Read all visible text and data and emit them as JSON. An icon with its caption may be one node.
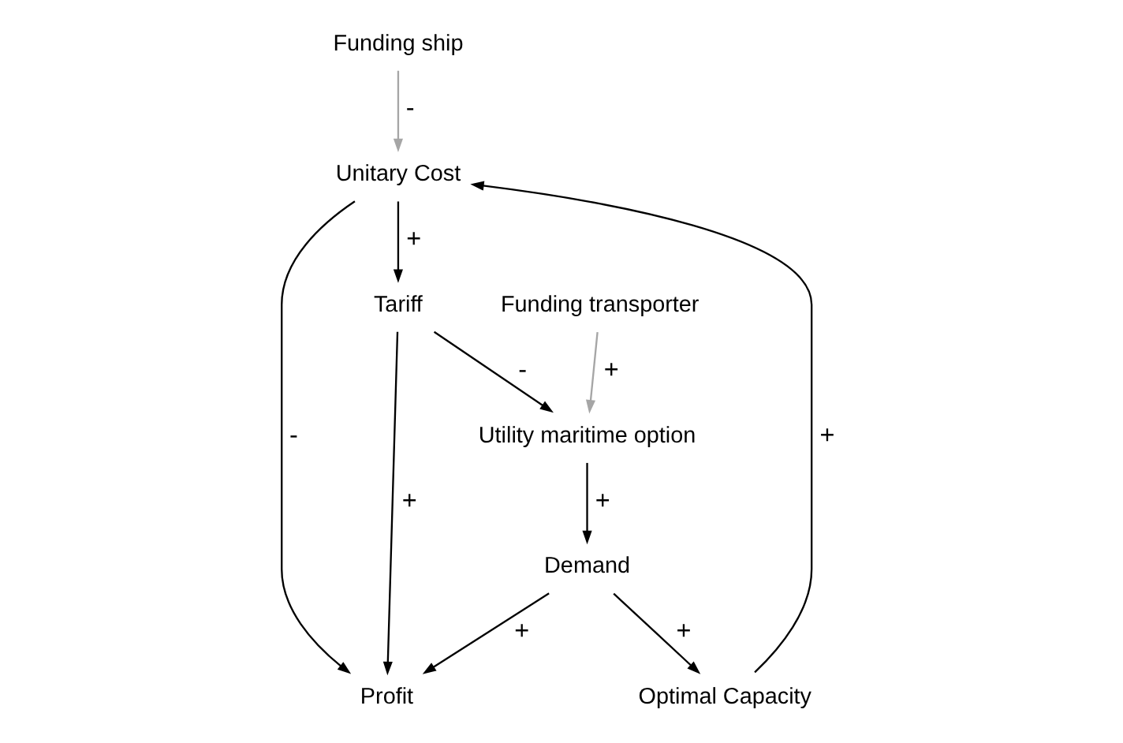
{
  "diagram": {
    "nodes": [
      {
        "text": [
          "Unitary Cost"
        ]
      },
      {
        "text": [
          "Funding ship"
        ]
      },
      {
        "text": [
          "Optimal Capacity"
        ]
      },
      {
        "text": [
          "Profit"
        ]
      },
      {
        "text": [
          "Demand"
        ]
      },
      {
        "text": [
          "Tariff"
        ]
      },
      {
        "text": [
          "Utility maritime option"
        ]
      },
      {
        "text": [
          "Funding transporter"
        ]
      }
    ],
    "edges": [
      {
        "from": 1,
        "to": 0,
        "arrow": "to",
        "label": "-",
        "color": "#a6a6a6"
      },
      {
        "from": 2,
        "to": 0,
        "arrow": "to",
        "label": "+"
      },
      {
        "from": 0,
        "to": 3,
        "arrow": "to",
        "label": "-"
      },
      {
        "from": 0,
        "to": 5,
        "arrow": "to",
        "label": "+"
      },
      {
        "from": 4,
        "to": 2,
        "arrow": "to",
        "label": "+"
      },
      {
        "from": 4,
        "to": 3,
        "arrow": "to",
        "label": "+"
      },
      {
        "from": 5,
        "to": 3,
        "arrow": "to",
        "label": "+"
      },
      {
        "from": 5,
        "to": 6,
        "arrow": "to",
        "label": "-"
      },
      {
        "from": 6,
        "to": 4,
        "arrow": "to",
        "label": "+"
      },
      {
        "from": 7,
        "to": 6,
        "arrow": "to",
        "label": "+",
        "color": "#a6a6a6"
      }
    ]
  }
}
